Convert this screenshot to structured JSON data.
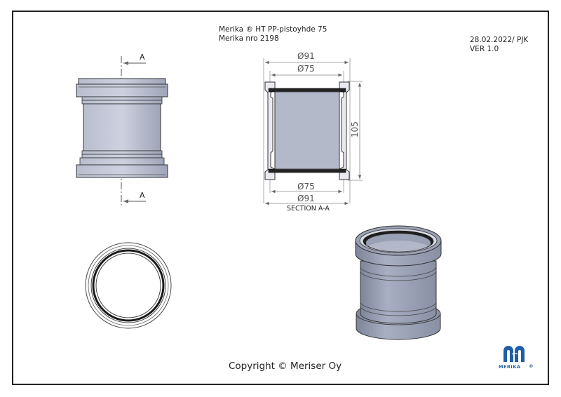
{
  "title_block": {
    "line1": "Merika ® HT PP-pistoyhde 75",
    "line2": "Merika nro  2198"
  },
  "meta": {
    "date_author": "28.02.2022/ PJK",
    "version": "VER 1.0"
  },
  "dimensions": {
    "outer_diameter_top": "Ø91",
    "inner_diameter_top": "Ø75",
    "inner_diameter_bottom": "Ø75",
    "outer_diameter_bottom": "Ø91",
    "length": "105"
  },
  "section_marks": {
    "top": "A",
    "bottom": "A",
    "caption": "SECTION A-A"
  },
  "footer": {
    "copyright": "Copyright © Meriser Oy"
  },
  "logo": {
    "text": "MERIKA",
    "reg": "®",
    "color": "#1f5fa8"
  }
}
